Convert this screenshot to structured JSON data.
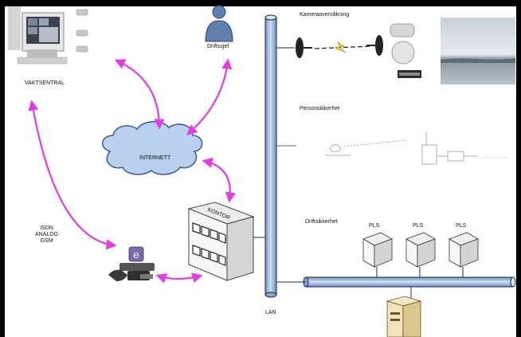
{
  "labels": {
    "vaktsentral": "VAKTSENTRAL",
    "driftssjef": "Driftssjef",
    "kameraovervakning": "Kameraovervåkning",
    "personsikkerhet": "Personsikkerhet",
    "internett": "INTERNETT",
    "isdn_lines": "ISDN\nANALOG\nGSM",
    "kontor": "KONTOR",
    "driftsikkerhet": "Driftsikkerhet",
    "pls_1": "PLS",
    "pls_2": "PLS",
    "pls_3": "PLS",
    "lan": "LAN"
  },
  "colors": {
    "frame": "#000000",
    "background": "#ffffff",
    "lan_blue": "#a9c4e4",
    "lan_outline": "#1b2a4a",
    "arrow_magenta": "#e43ce4",
    "cloud_fill": "#b9d1f0",
    "cloud_outline": "#3b5a8a",
    "lightning": "#f2d21a"
  }
}
